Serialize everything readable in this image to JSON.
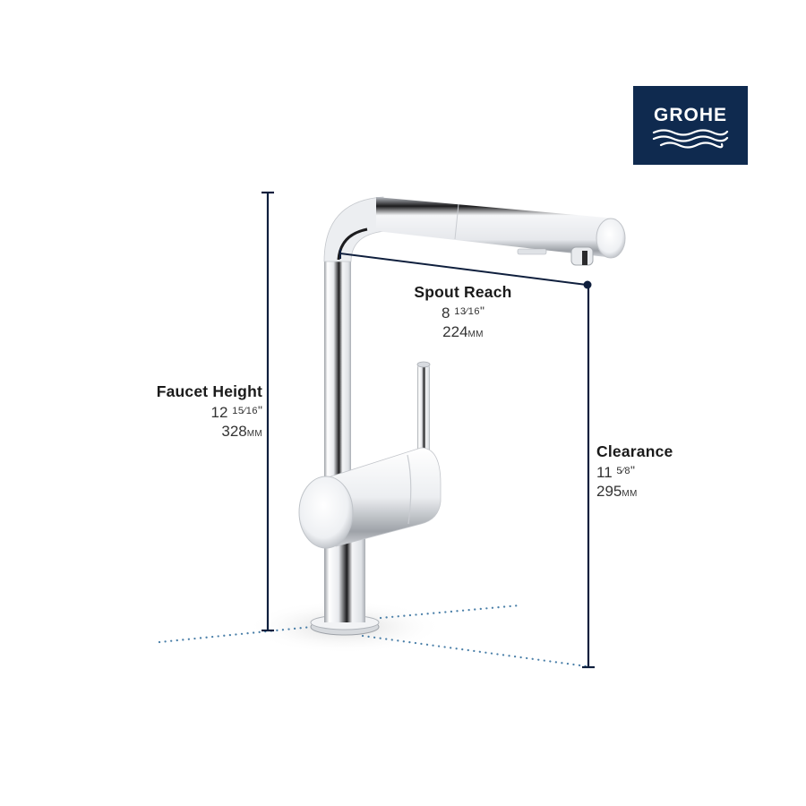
{
  "brand": {
    "name": "GROHE",
    "logo_bg_color": "#0f2a4f",
    "logo_text_color": "#ffffff"
  },
  "colors": {
    "dimension_line": "#0f1f3d",
    "dotted_line": "#4a7fa8",
    "chrome_light": "#f4f5f7",
    "chrome_dark": "#1a1a1a"
  },
  "dimensions": {
    "faucet_height": {
      "title": "Faucet Height",
      "inches_whole": "12",
      "inches_fraction": "15⁄16",
      "inch_mark": "\"",
      "mm_value": "328",
      "mm_unit": "MM"
    },
    "spout_reach": {
      "title": "Spout Reach",
      "inches_whole": "8",
      "inches_fraction": "13⁄16",
      "inch_mark": "\"",
      "mm_value": "224",
      "mm_unit": "MM"
    },
    "clearance": {
      "title": "Clearance",
      "inches_whole": "11",
      "inches_fraction": "5⁄8",
      "inch_mark": "\"",
      "mm_value": "295",
      "mm_unit": "MM"
    }
  }
}
